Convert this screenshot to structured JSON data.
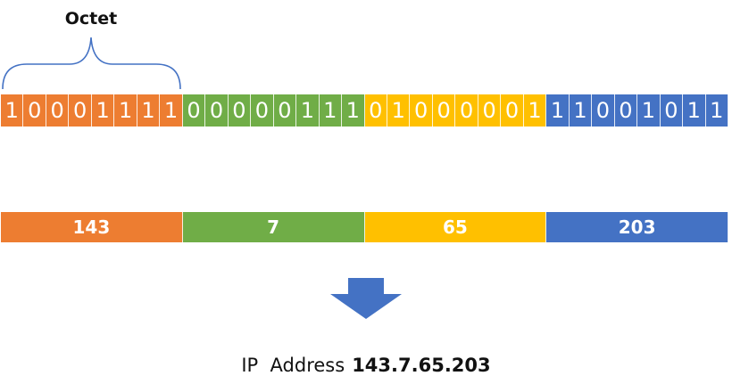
{
  "octet_label": "Octet",
  "colors": {
    "octet1": "#ED7D31",
    "octet2": "#70AD47",
    "octet3": "#FFC000",
    "octet4": "#4472C4",
    "brace": "#4472C4",
    "arrow": "#4472C4"
  },
  "octets": [
    {
      "bits": [
        "1",
        "0",
        "0",
        "0",
        "1",
        "1",
        "1",
        "1"
      ],
      "decimal": "143"
    },
    {
      "bits": [
        "0",
        "0",
        "0",
        "0",
        "0",
        "1",
        "1",
        "1"
      ],
      "decimal": "7"
    },
    {
      "bits": [
        "0",
        "1",
        "0",
        "0",
        "0",
        "0",
        "0",
        "1"
      ],
      "decimal": "65"
    },
    {
      "bits": [
        "1",
        "1",
        "0",
        "0",
        "1",
        "0",
        "1",
        "1"
      ],
      "decimal": "203"
    }
  ],
  "ip": {
    "label": "IP  Address",
    "value": "143.7.65.203"
  }
}
